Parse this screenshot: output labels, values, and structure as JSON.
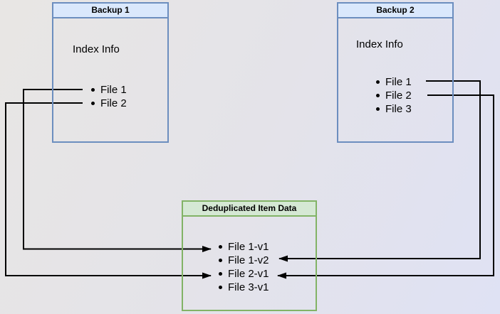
{
  "diagram": {
    "backup1": {
      "title": "Backup 1",
      "subtitle": "Index Info",
      "files": [
        "File 1",
        "File 2"
      ]
    },
    "backup2": {
      "title": "Backup 2",
      "subtitle": "Index Info",
      "files": [
        "File 1",
        "File 2",
        "File 3"
      ]
    },
    "dedup": {
      "title": "Deduplicated Item Data",
      "items": [
        "File 1-v1",
        "File 1-v2",
        "File 2-v1",
        "File 3-v1"
      ]
    },
    "connections": [
      {
        "from": "Backup 1 / File 1",
        "to": "File 1-v1"
      },
      {
        "from": "Backup 1 / File 2",
        "to": "File 2-v1"
      },
      {
        "from": "Backup 2 / File 1",
        "to": "File 1-v2"
      },
      {
        "from": "Backup 2 / File 2",
        "to": "File 2-v1"
      }
    ],
    "colors": {
      "blue_fill": "#dae8fc",
      "blue_border": "#6c8ebf",
      "green_fill": "#d5e8d4",
      "green_border": "#82b366",
      "line": "#000000"
    }
  }
}
